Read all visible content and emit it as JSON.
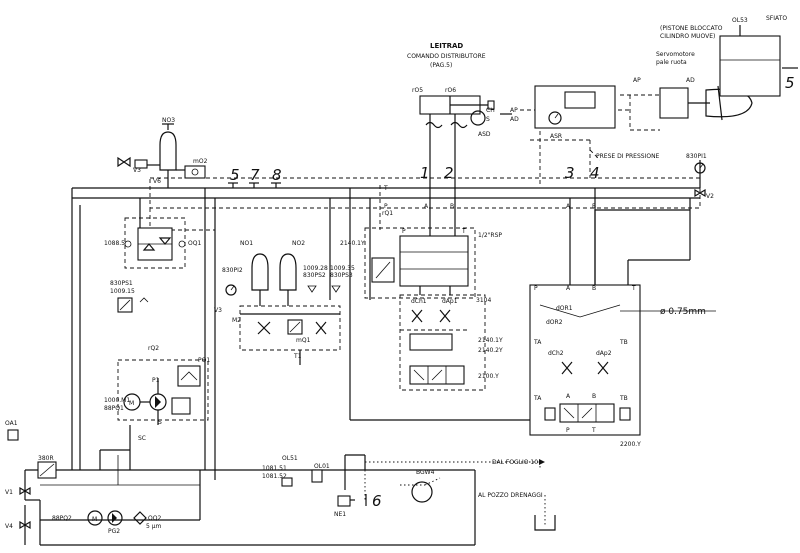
{
  "labels": {
    "leitrad": "LEITRAD",
    "comando_distributore": "COMANDO DISTRIBUTORE",
    "pag5": "(PAG.5)",
    "pistone_bloccato": "(PISTONE BLOCCATO",
    "cilindro_muove": "CILINDRO MUOVE)",
    "sfiato": "SFIATO",
    "servomotore": "Servomotore",
    "pale_ruota": "pale ruota",
    "prese_pressione": "PRESE DI PRESSIONE",
    "dal_foglio": "DAL FOGLIO 10",
    "al_pozzo": "AL POZZO DRENAGGI",
    "diameter": "ø 0.75mm",
    "no3": "NO3",
    "mo2": "mO2",
    "v3_top": "V3",
    "v6": "V6",
    "valve_1088": "1088.5",
    "oq1": "OQ1",
    "t830ps1": "830PS1",
    "t1009_15": "1009.15",
    "rq2": "rQ2",
    "p1": "P1",
    "pq1": "PQ1",
    "m1000": "1000.M1",
    "pq1_88": "88PQ1",
    "s": "S",
    "sc": "SC",
    "oa1": "OA1",
    "s380r": "380R",
    "v1": "V1",
    "v4": "V4",
    "pq2_88": "88PQ2",
    "pg2": "PG2",
    "oq2": "OQ2",
    "um5": "5 μm",
    "t1081_51": "1081.51",
    "t1081_52": "1081.52",
    "ol51": "OL51",
    "ol01": "OL01",
    "ne1": "NE1",
    "bgw4": "BGW4",
    "no1": "NO1",
    "no2": "NO2",
    "t830pi2": "830PI2",
    "t1009_28": "1009.28",
    "t830ps2": "830PS2",
    "t1009_35": "1009.35",
    "t830ps3": "830PS3",
    "v3_mid": "V3",
    "m2": "M2",
    "mq1": "mQ1",
    "t1": "T1",
    "r05": "rO5",
    "r06": "rO6",
    "ch": "CH",
    "s_ch": "S",
    "ap_r": "AP",
    "ad_r": "AD",
    "asd": "ASD",
    "asr": "ASR",
    "ol53": "OL53",
    "ap_top": "AP",
    "ad_top": "AD",
    "t830pi1": "830PI1",
    "v2": "V2",
    "rq1": "rQ1",
    "t2140_1": "2140.1Y",
    "t2140_1y": "2140.1Y",
    "rsp": "1/2\"RSP",
    "dch1": "dCh1",
    "dap1": "dAp1",
    "t3104": "3104",
    "t2140_2y": "2140.2Y",
    "t2100": "2100.Y",
    "dor1": "dOR1",
    "dor2": "dOR2",
    "dch2": "dCh2",
    "dap2": "dAp2",
    "ta1": "TA",
    "tb1": "TB",
    "ta2": "TA",
    "tb2": "TB",
    "t2200": "2200.Y",
    "port_p1": "P",
    "port_t1": "T",
    "port_a1": "A",
    "port_b1": "B",
    "port_a2": "A",
    "port_b2": "B",
    "port_p2": "P",
    "port_t2": "T",
    "port_a3": "A",
    "port_b3": "B",
    "port_p3": "P",
    "port_t3": "T",
    "port_a4": "A",
    "port_b4": "B",
    "hw1": "1",
    "hw2": "2",
    "hw3": "3",
    "hw4": "4",
    "hw5": "5",
    "hw6": "6",
    "hw7": "7",
    "hw8": "8",
    "hw5b": "5"
  }
}
